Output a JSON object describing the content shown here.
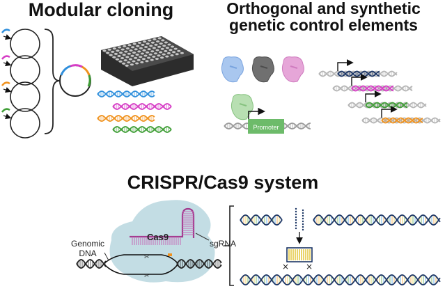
{
  "titles": {
    "modular": "Modular cloning",
    "orthogonal_line1": "Orthogonal and synthetic",
    "orthogonal_line2": "genetic control elements",
    "crispr": "CRISPR/Cas9 system"
  },
  "labels": {
    "promoter": "Promoter",
    "cas9": "Cas9",
    "sgrna": "sgRNA",
    "genomic_line1": "Genomic",
    "genomic_line2": "DNA"
  },
  "colors": {
    "blue": "#2f8fdc",
    "magenta": "#d63cc5",
    "orange": "#f0921e",
    "green": "#3f9e36",
    "dark_navy": "#1c3564",
    "teal_bg": "#a9ced8",
    "promoter_green": "#6dbb6a",
    "gray_helix": "#9a9a9a",
    "plate": "#3b3b3b"
  }
}
